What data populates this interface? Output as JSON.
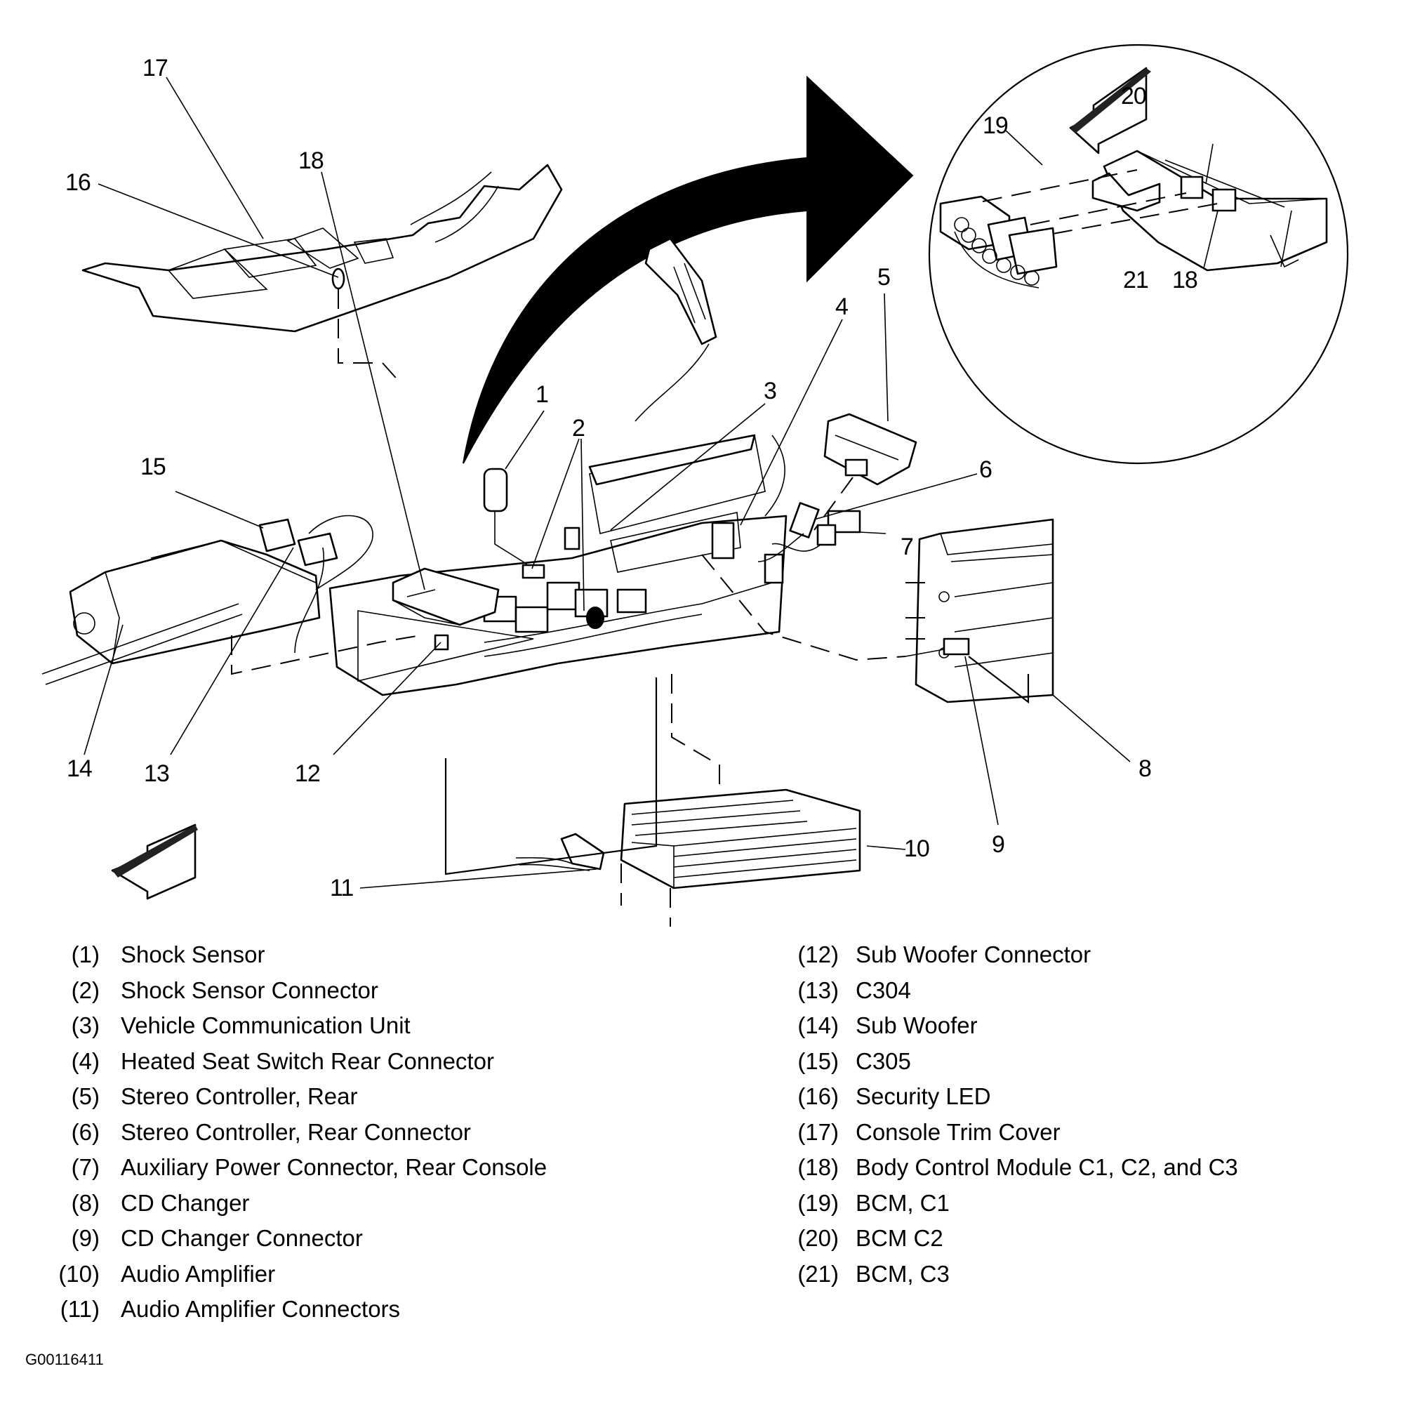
{
  "figure": {
    "id": "G00116411",
    "type": "Component locator exploded view"
  },
  "callouts": [
    {
      "number": "1"
    },
    {
      "number": "2"
    },
    {
      "number": "3"
    },
    {
      "number": "4"
    },
    {
      "number": "5"
    },
    {
      "number": "6"
    },
    {
      "number": "7"
    },
    {
      "number": "8"
    },
    {
      "number": "9"
    },
    {
      "number": "10"
    },
    {
      "number": "11"
    },
    {
      "number": "12"
    },
    {
      "number": "13"
    },
    {
      "number": "14"
    },
    {
      "number": "15"
    },
    {
      "number": "16"
    },
    {
      "number": "17"
    },
    {
      "number": "18"
    },
    {
      "number": "19"
    },
    {
      "number": "20"
    },
    {
      "number": "21"
    },
    {
      "number": "18"
    }
  ],
  "legend": {
    "left": [
      {
        "num": "(1)",
        "label": "Shock Sensor"
      },
      {
        "num": "(2)",
        "label": "Shock Sensor Connector"
      },
      {
        "num": "(3)",
        "label": "Vehicle Communication Unit"
      },
      {
        "num": "(4)",
        "label": "Heated Seat Switch Rear Connector"
      },
      {
        "num": "(5)",
        "label": "Stereo Controller, Rear"
      },
      {
        "num": "(6)",
        "label": "Stereo Controller, Rear Connector"
      },
      {
        "num": "(7)",
        "label": "Auxiliary Power Connector, Rear Console"
      },
      {
        "num": "(8)",
        "label": "CD Changer"
      },
      {
        "num": "(9)",
        "label": "CD Changer Connector"
      },
      {
        "num": "(10)",
        "label": "Audio Amplifier"
      },
      {
        "num": "(11)",
        "label": "Audio Amplifier Connectors"
      }
    ],
    "right": [
      {
        "num": "(12)",
        "label": "Sub Woofer Connector"
      },
      {
        "num": "(13)",
        "label": "C304"
      },
      {
        "num": "(14)",
        "label": "Sub Woofer"
      },
      {
        "num": "(15)",
        "label": "C305"
      },
      {
        "num": "(16)",
        "label": "Security LED"
      },
      {
        "num": "(17)",
        "label": "Console Trim Cover"
      },
      {
        "num": "(18)",
        "label": "Body Control Module C1, C2, and C3"
      },
      {
        "num": "(19)",
        "label": "BCM, C1"
      },
      {
        "num": "(20)",
        "label": "BCM C2"
      },
      {
        "num": "(21)",
        "label": "BCM, C3"
      }
    ]
  }
}
